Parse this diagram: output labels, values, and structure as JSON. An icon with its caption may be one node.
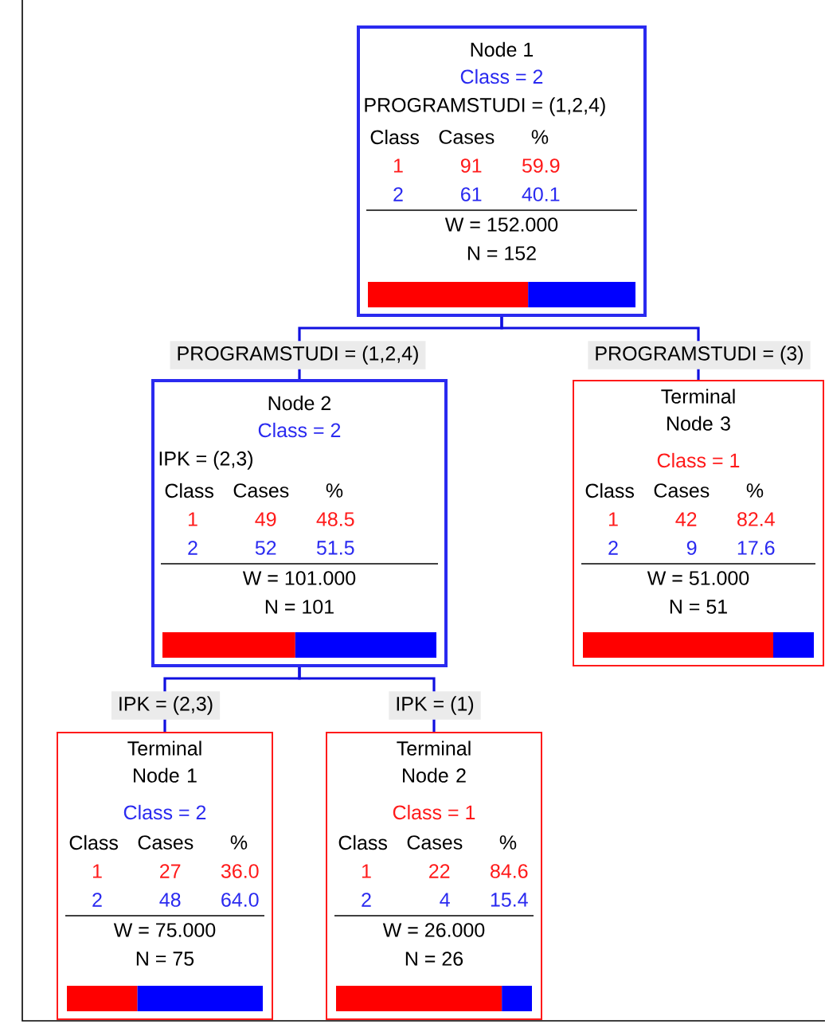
{
  "diagram": {
    "nodes": [
      {
        "text": [
          "Node 1",
          "Class = 2",
          "PROGRAMSTUDI = (1,2,4)",
          "Class",
          "Cases",
          "%",
          "1",
          "91",
          "59.9",
          "2",
          "61",
          "40.1",
          "W = 152.000",
          "N = 152"
        ]
      },
      {
        "text": [
          "Node 2",
          "Class = 2",
          "IPK = (2,3)",
          "Class",
          "Cases",
          "%",
          "1",
          "49",
          "48.5",
          "2",
          "52",
          "51.5",
          "W = 101.000",
          "N = 101"
        ]
      },
      {
        "text": [
          "Terminal Node 3",
          "Class = 1",
          "Class",
          "Cases",
          "%",
          "1",
          "42",
          "82.4",
          "2",
          "9",
          "17.6",
          "W = 51.000",
          "N = 51"
        ]
      },
      {
        "text": [
          "Terminal Node 1",
          "Class = 2",
          "Class",
          "Cases",
          "%",
          "1",
          "27",
          "36.0",
          "2",
          "48",
          "64.0",
          "W = 75.000",
          "N = 75"
        ]
      },
      {
        "text": [
          "Terminal Node 2",
          "Class = 1",
          "Class",
          "Cases",
          "%",
          "1",
          "22",
          "84.6",
          "2",
          "4",
          "15.4",
          "W = 26.000",
          "N = 26"
        ]
      }
    ],
    "edges": [
      {
        "from": 0,
        "to": 1,
        "arrow": "none",
        "label": "PROGRAMSTUDI = (1,2,4)"
      },
      {
        "from": 0,
        "to": 2,
        "arrow": "none",
        "label": "PROGRAMSTUDI = (3)"
      },
      {
        "from": 1,
        "to": 3,
        "arrow": "none",
        "label": "IPK = (2,3)"
      },
      {
        "from": 1,
        "to": 4,
        "arrow": "none",
        "label": "IPK = (1)"
      }
    ]
  }
}
